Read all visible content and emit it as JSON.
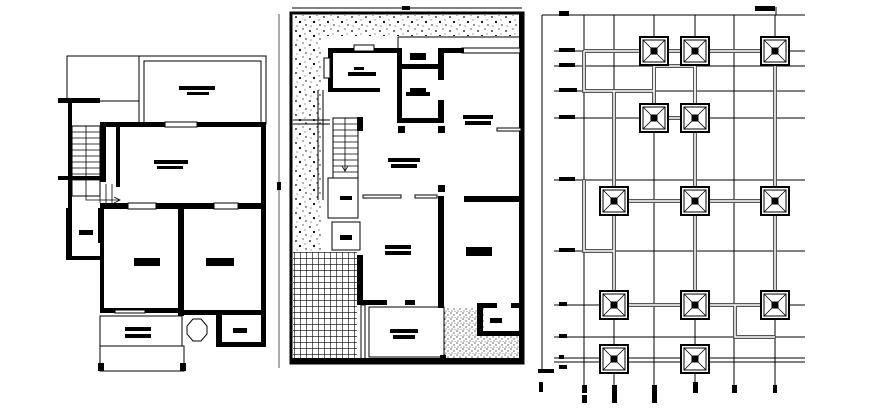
{
  "drawing": {
    "background": "#ffffff",
    "ink": "#000000",
    "hatch_gray": "#555555",
    "panels": [
      {
        "id": "ground-floor-plan-left",
        "type": "floor plan",
        "room_labels_legible": false,
        "features": [
          "staircase",
          "balcony",
          "octagonal planter",
          "room labels (illegible)"
        ]
      },
      {
        "id": "site-floor-plan-middle",
        "type": "floor plan with site",
        "room_labels_legible": false,
        "features": [
          "stippled landscape",
          "grid-hatched paving",
          "staircase",
          "room labels (illegible)"
        ]
      },
      {
        "id": "column-footing-layout-right",
        "type": "foundation / column grid plan",
        "grid_columns": 7,
        "grid_rows": 9,
        "footing_count": 13,
        "features": [
          "grid lines",
          "square footings with diagonal cross",
          "plinth beams"
        ]
      }
    ]
  }
}
